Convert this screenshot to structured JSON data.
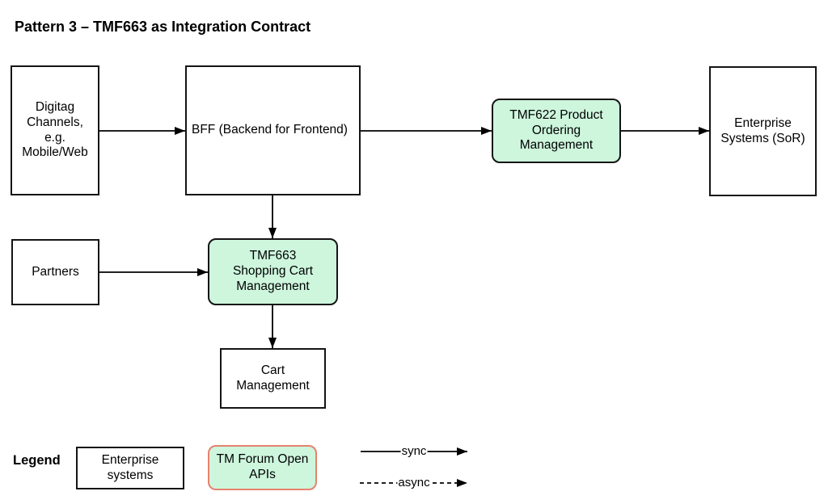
{
  "title": "Pattern 3 – TMF663 as Integration Contract",
  "nodes": {
    "digitag": {
      "label": "Digitag\nChannels,\ne.g.\nMobile/Web",
      "type": "enterprise-system"
    },
    "bff": {
      "label": "BFF (Backend for Frontend)",
      "type": "enterprise-system"
    },
    "tmf622": {
      "label": "TMF622 Product\nOrdering\nManagement",
      "type": "tmforum-open-api"
    },
    "enterprise_sor": {
      "label": "Enterprise\nSystems (SoR)",
      "type": "enterprise-system"
    },
    "partners": {
      "label": "Partners",
      "type": "enterprise-system"
    },
    "tmf663": {
      "label": "TMF663\nShopping Cart\nManagement",
      "type": "tmforum-open-api"
    },
    "cart": {
      "label": "Cart\nManagement",
      "type": "enterprise-system"
    }
  },
  "connections": [
    {
      "from": "digitag",
      "to": "bff",
      "style": "sync"
    },
    {
      "from": "bff",
      "to": "tmf622",
      "style": "sync"
    },
    {
      "from": "tmf622",
      "to": "enterprise_sor",
      "style": "sync"
    },
    {
      "from": "bff",
      "to": "tmf663",
      "style": "sync"
    },
    {
      "from": "partners",
      "to": "tmf663",
      "style": "sync"
    },
    {
      "from": "tmf663",
      "to": "cart",
      "style": "sync"
    }
  ],
  "legend": {
    "heading": "Legend",
    "enterprise_label": "Enterprise\nsystems",
    "api_label": "TM Forum Open\nAPIs",
    "sync_label": "sync",
    "async_label": "async"
  },
  "colors": {
    "api_fill": "#cdf6dd",
    "api_border": "#000000",
    "legend_api_border": "#e6826e",
    "box_fill": "#ffffff",
    "box_border": "#141414",
    "arrow": "#000000",
    "background": "#ffffff"
  }
}
